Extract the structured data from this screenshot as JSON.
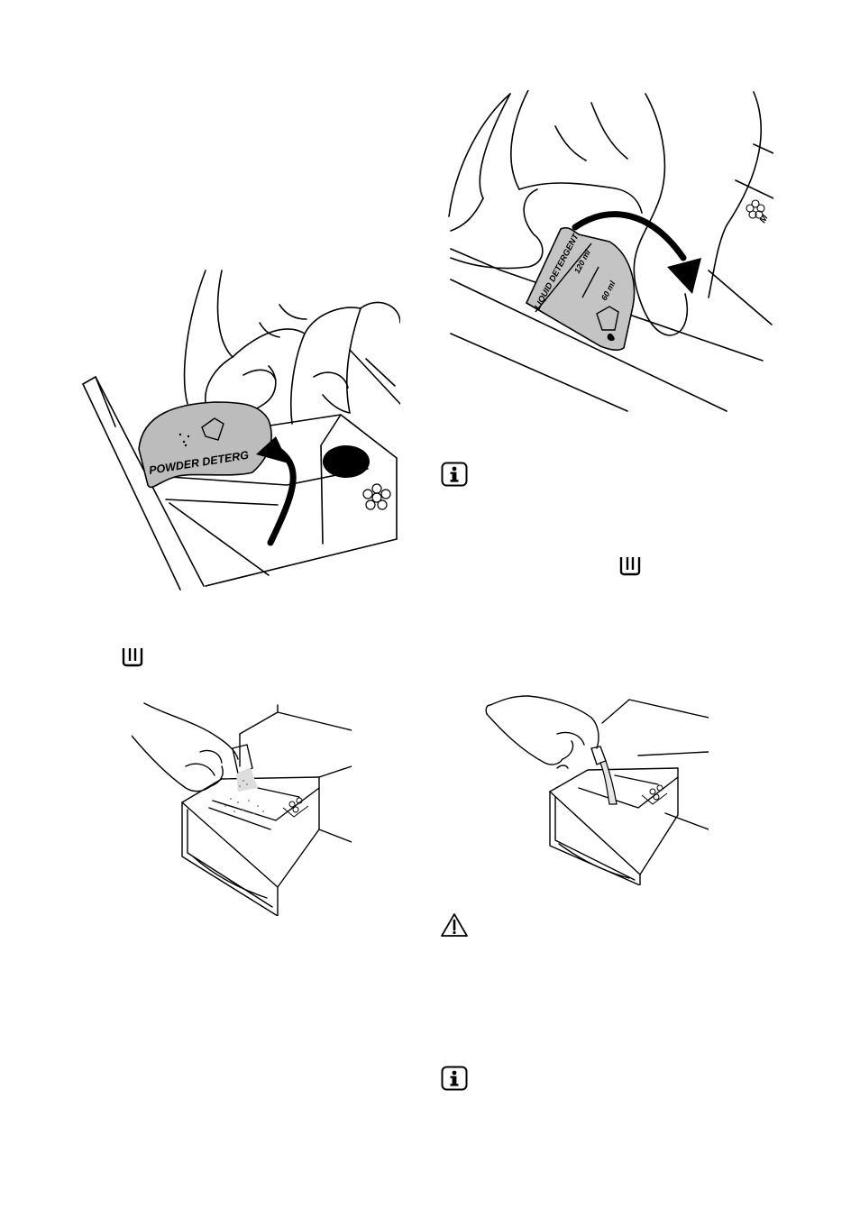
{
  "figures": {
    "powder_flap": {
      "flap_label": "POWDER DETERG"
    },
    "liquid_flap": {
      "flap_label": "LIQUID DETERGENT",
      "mark_120": "120 ml",
      "mark_60": "60 ml",
      "drawer_label": "M"
    }
  },
  "icons": {
    "info_1": "info-icon",
    "info_2": "info-icon",
    "warning": "warning-icon",
    "compartment_main_wash_1": "main-wash-compartment-icon",
    "compartment_main_wash_2": "main-wash-compartment-icon"
  }
}
